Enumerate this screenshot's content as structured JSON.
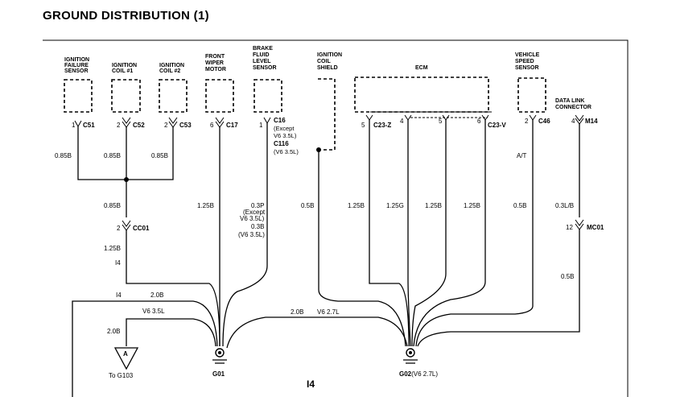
{
  "title": "GROUND DISTRIBUTION (1)",
  "page_label": "I4",
  "components": [
    {
      "name": [
        "IGNITION",
        "FAILURE",
        "SENSOR"
      ],
      "pin": "1",
      "connector": "C51",
      "wire": "0.85B"
    },
    {
      "name": [
        "IGNITION",
        "COIL #1"
      ],
      "pin": "2",
      "connector": "C52",
      "wire": "0.85B"
    },
    {
      "name": [
        "IGNITION",
        "COIL #2"
      ],
      "pin": "2",
      "connector": "C53",
      "wire": "0.85B"
    },
    {
      "name": [
        "FRONT",
        "WIPER",
        "MOTOR"
      ],
      "pin": "6",
      "connector": "C17",
      "wire": "1.25B"
    },
    {
      "name": [
        "BRAKE",
        "FLUID",
        "LEVEL",
        "SENSOR"
      ],
      "pin": "1",
      "connector": "C16"
    },
    {
      "name": [
        "IGNITION",
        "COIL",
        "SHIELD"
      ],
      "wire": "0.5B"
    },
    {
      "name": [
        "VEHICLE",
        "SPEED",
        "SENSOR"
      ],
      "pin": "2",
      "connector": "C46",
      "wire": "0.5B"
    },
    {
      "name": [
        "DATA LINK",
        "CONNECTOR"
      ],
      "pin": "4",
      "connector": "M14"
    }
  ],
  "brake_notes": [
    "(Except",
    "V6 3.5L)",
    "C116",
    "(V6 3.5L)"
  ],
  "brake_wire": [
    "0.3P",
    "(Except",
    "V6 3.5L)",
    "0.3B",
    "(V6 3.5L)"
  ],
  "ecm": {
    "label": "ECM",
    "pins": [
      "5",
      "4",
      "5",
      "6"
    ],
    "conn_left": "C23-Z",
    "conn_right": "C23-V",
    "wires": [
      "1.25B",
      "1.25G",
      "1.25B",
      "1.25B"
    ]
  },
  "vss_note": "A/T",
  "cc01": {
    "pin": "2",
    "connector": "CC01",
    "wire_above": "0.85B",
    "wire_below": "1.25B",
    "label": "I4"
  },
  "mc01": {
    "pin": "12",
    "connector": "MC01",
    "wire_above": "0.3L/B",
    "wire_below": "0.5B"
  },
  "lower_wires": {
    "i4": "I4",
    "w1": "2.0B",
    "v635": "V6 3.5L",
    "w2": "2.0B",
    "v627_wire": "2.0B",
    "v627": "V6 2.7L"
  },
  "splice": {
    "letter": "A",
    "to": "To G103"
  },
  "grounds": [
    {
      "label": "G01",
      "note": ""
    },
    {
      "label": "G02",
      "note": "(V6 2.7L)"
    }
  ]
}
